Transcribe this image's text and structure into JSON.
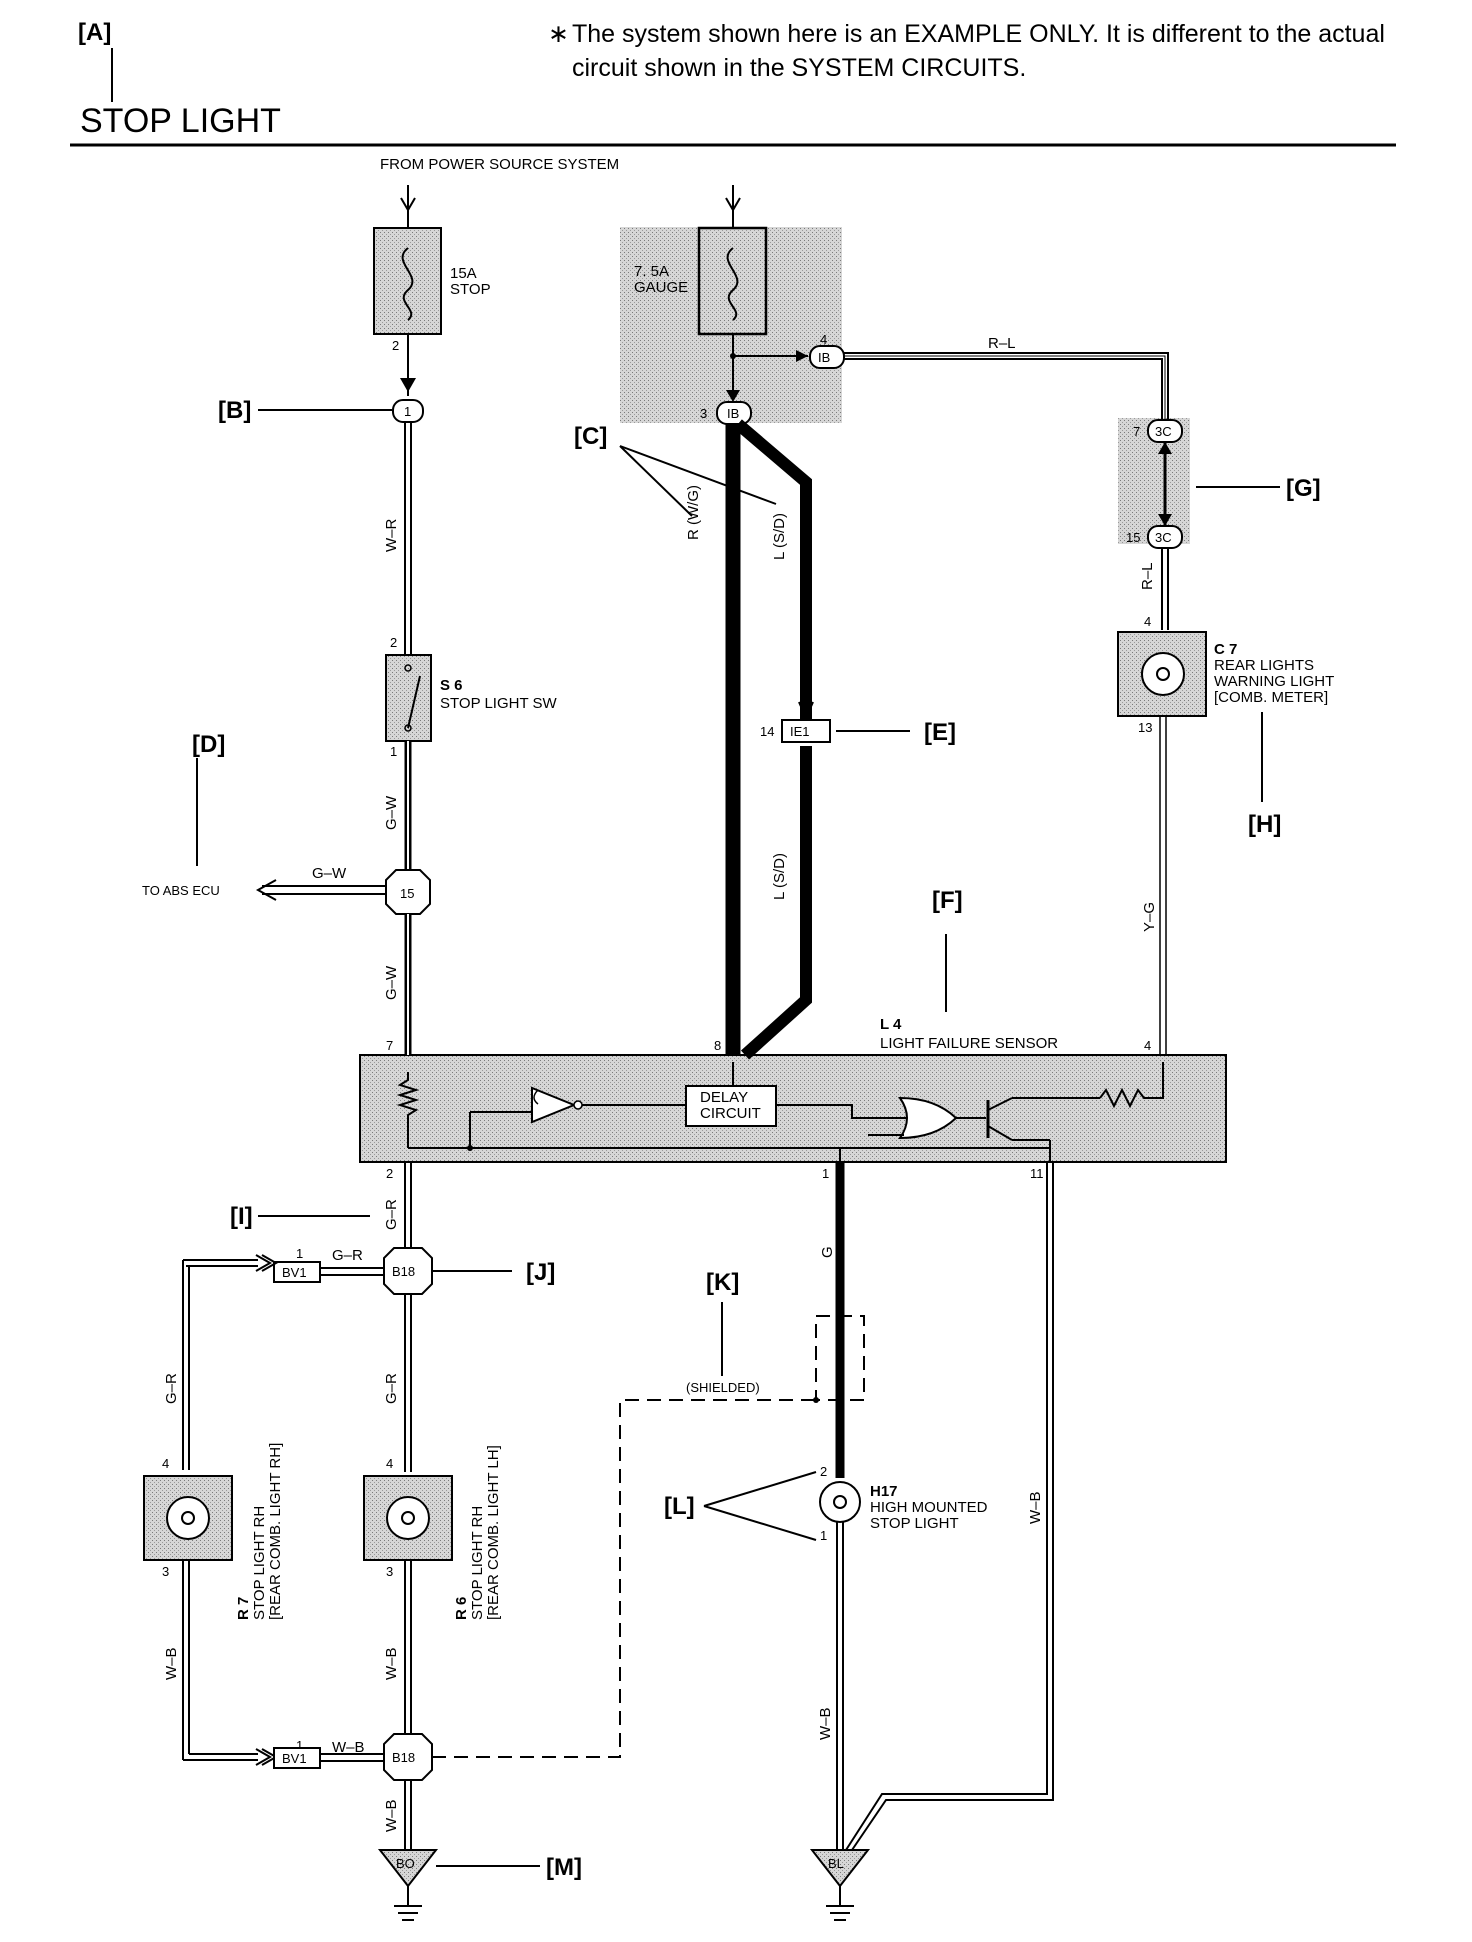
{
  "header": {
    "ref_a": "[A]",
    "title": "STOP LIGHT",
    "note_star": "∗",
    "note_line1": "The system shown here is an EXAMPLE ONLY. It is different to the actual",
    "note_line2": "circuit shown in the SYSTEM CIRCUITS."
  },
  "source": {
    "label": "FROM POWER SOURCE SYSTEM"
  },
  "references": {
    "b": "[B]",
    "c": "[C]",
    "d": "[D]",
    "e": "[E]",
    "f": "[F]",
    "g": "[G]",
    "h": "[H]",
    "i": "[I]",
    "j": "[J]",
    "k": "[K]",
    "l": "[L]",
    "m": "[M]"
  },
  "fuses": {
    "stop": {
      "rating": "15A",
      "name": "STOP",
      "pin": "2"
    },
    "gauge": {
      "rating": "7. 5A",
      "name": "GAUGE"
    }
  },
  "connectors": {
    "c1": "1",
    "ib_top": "IB",
    "ib_top_pin": "4",
    "ib_bottom": "IB",
    "ib_bottom_pin": "3",
    "c3_top": "3C",
    "c3_top_pin": "7",
    "c3_bottom": "3C",
    "c3_bottom_pin": "15",
    "ie1": "IE1",
    "ie1_pin": "14",
    "j15": "15",
    "b18_top": "B18",
    "b18_bottom": "B18",
    "bv1_top": "BV1",
    "bv1_top_pin": "1",
    "bv1_bottom": "BV1",
    "bv1_bottom_pin": "1",
    "ground_left": "BO",
    "ground_right": "BL"
  },
  "components": {
    "s6": {
      "id": "S 6",
      "name": "STOP LIGHT SW",
      "pin_top": "2",
      "pin_bottom": "1"
    },
    "c7": {
      "id": "C 7",
      "line1": "REAR LIGHTS",
      "line2": "WARNING LIGHT",
      "line3": "[COMB.  METER]",
      "pin_top": "4",
      "pin_bottom": "13"
    },
    "l4": {
      "id": "L 4",
      "name": "LIGHT FAILURE SENSOR",
      "delay1": "DELAY",
      "delay2": "CIRCUIT",
      "pin7": "7",
      "pin8": "8",
      "pin4": "4",
      "pin2": "2",
      "pin1": "1",
      "pin11": "11"
    },
    "r7": {
      "id": "R 7",
      "line1": "STOP LIGHT RH",
      "line2": "[REAR COMB.  LIGHT RH]",
      "pin_top": "4",
      "pin_bottom": "3"
    },
    "r6": {
      "id": "R 6",
      "line1": "STOP LIGHT RH",
      "line2": "[REAR COMB.  LIGHT LH]",
      "pin_top": "4",
      "pin_bottom": "3"
    },
    "h17": {
      "id": "H17",
      "line1": "HIGH MOUNTED",
      "line2": "STOP LIGHT",
      "pin_top": "2",
      "pin_bottom": "1"
    }
  },
  "wires": {
    "w_r": "W–R",
    "g_w_1": "G–W",
    "g_w_2": "G–W",
    "g_w_abs": "G–W",
    "r_wg": "R (W/G)",
    "l_sd_1": "L (S/D)",
    "l_sd_2": "L (S/D)",
    "r_l_top": "R–L",
    "r_l_side": "R–L",
    "y_g": "Y–G",
    "g_r_1": "G–R",
    "g_r_2": "G–R",
    "g_r_left": "G–R",
    "g_r_mid": "G–R",
    "w_b_left": "W–B",
    "w_b_mid": "W–B",
    "w_b_link": "W–B",
    "w_b_bottom": "W–B",
    "w_b_right": "W–B",
    "w_b_h17": "W–B",
    "g": "G"
  },
  "labels": {
    "to_abs": "TO ABS ECU",
    "shielded": "(SHIELDED)"
  }
}
